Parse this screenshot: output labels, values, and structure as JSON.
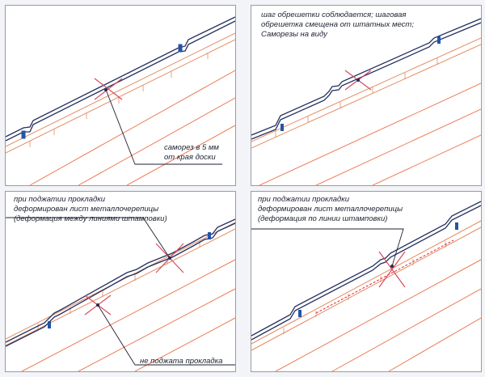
{
  "colors": {
    "frame": "#9a9aa6",
    "sheet": "#24305e",
    "batten": "#e48c62",
    "rafter": "#ec7d57",
    "screw": "#2454a8",
    "cross": "#d84a5e",
    "leader": "#1e2230",
    "dashed": "#e02838"
  },
  "panels": {
    "top_left": {
      "note": "саморез в 5 мм\nот края доски"
    },
    "top_right": {
      "note": "шаг обрешетки соблюдается; шаговая\nобрешетка смещена от штатных мест;\nСаморезы на виду"
    },
    "bottom_left": {
      "note": "при поджатии прокладки\nдеформирован лист металлочерепицы\n(деформация между линиями штамповки)",
      "note2": "не поджата прокладка"
    },
    "bottom_right": {
      "note": "при поджатии прокладки\nдеформирован лист металлочерепицы\n(деформация по линии штамповки)"
    }
  }
}
